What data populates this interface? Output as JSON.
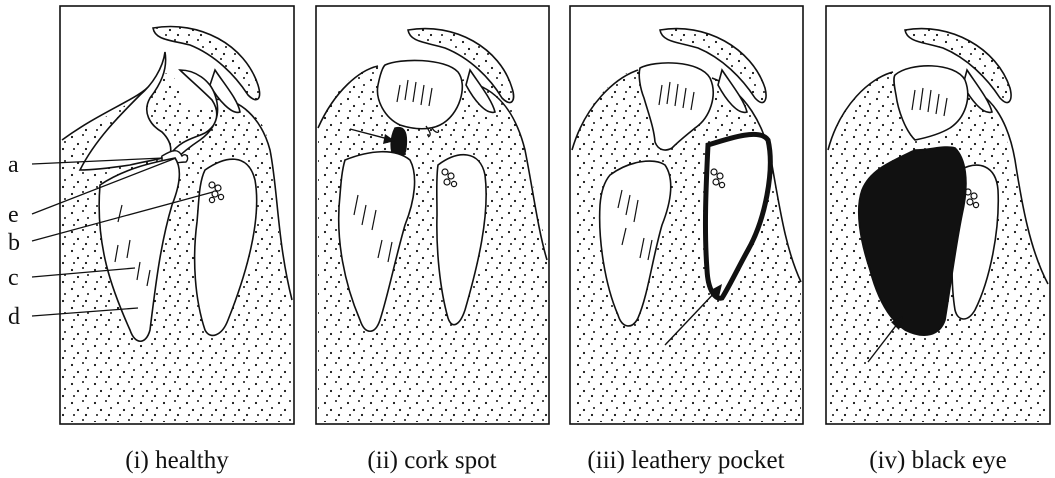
{
  "part_labels": {
    "a": "a",
    "e": "e",
    "b": "b",
    "c": "c",
    "d": "d"
  },
  "panels": [
    {
      "caption": "(i) healthy"
    },
    {
      "caption": "(ii) cork spot"
    },
    {
      "caption": "(iii) leathery pocket"
    },
    {
      "caption": "(iv) black eye"
    }
  ],
  "colors": {
    "ink": "#111111",
    "background": "#ffffff"
  }
}
